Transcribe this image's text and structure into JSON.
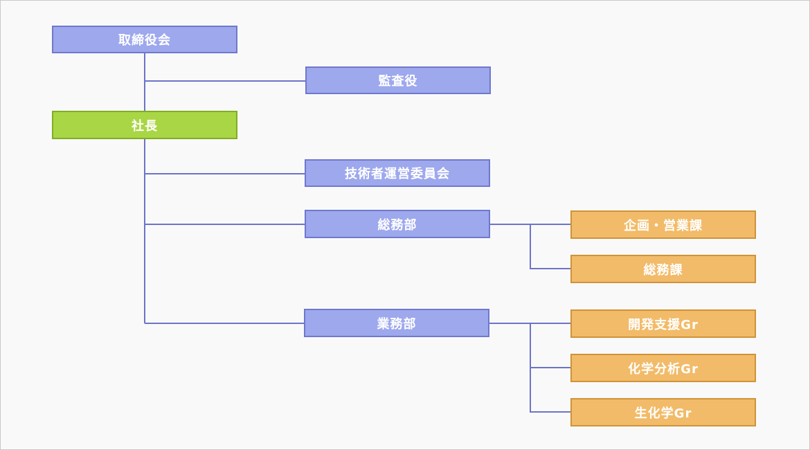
{
  "colors": {
    "line": "#6b74c7",
    "blue_fill": "#9da8ed",
    "green_fill": "#a9d644",
    "orange_fill": "#f2bb69"
  },
  "nodes": {
    "board": "取締役会",
    "auditor": "監査役",
    "president": "社長",
    "tech_committee": "技術者運営委員会",
    "general_affairs_dept": "総務部",
    "planning_sales_section": "企画・営業課",
    "general_affairs_section": "総務課",
    "operations_dept": "業務部",
    "dev_support_gr": "開発支援Gr",
    "chemical_analysis_gr": "化学分析Gr",
    "biochemistry_gr": "生化学Gr"
  }
}
